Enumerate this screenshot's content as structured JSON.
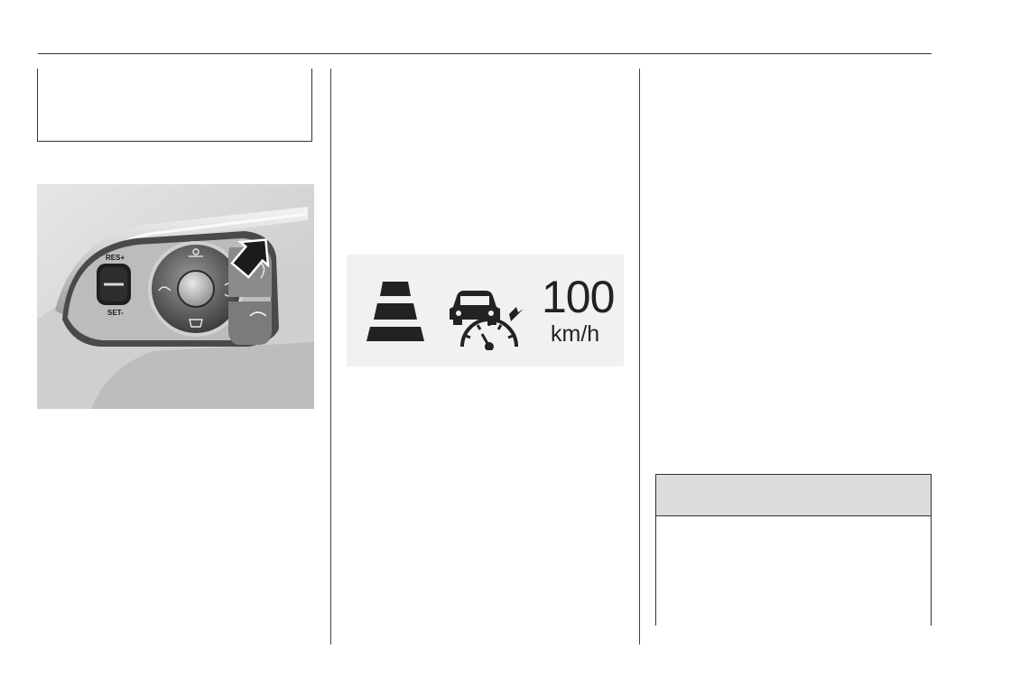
{
  "steering_photo": {
    "resume_label": "RES+",
    "set_label": "SET-"
  },
  "cluster_display": {
    "speed_value": "100",
    "speed_unit": "km/h",
    "icons": [
      "lane-assist-icon",
      "speed-limiter-icon"
    ]
  },
  "colors": {
    "rule": "#333333",
    "warning_header": "#dcdcdc",
    "cluster_bg": "#f1f1f1"
  }
}
